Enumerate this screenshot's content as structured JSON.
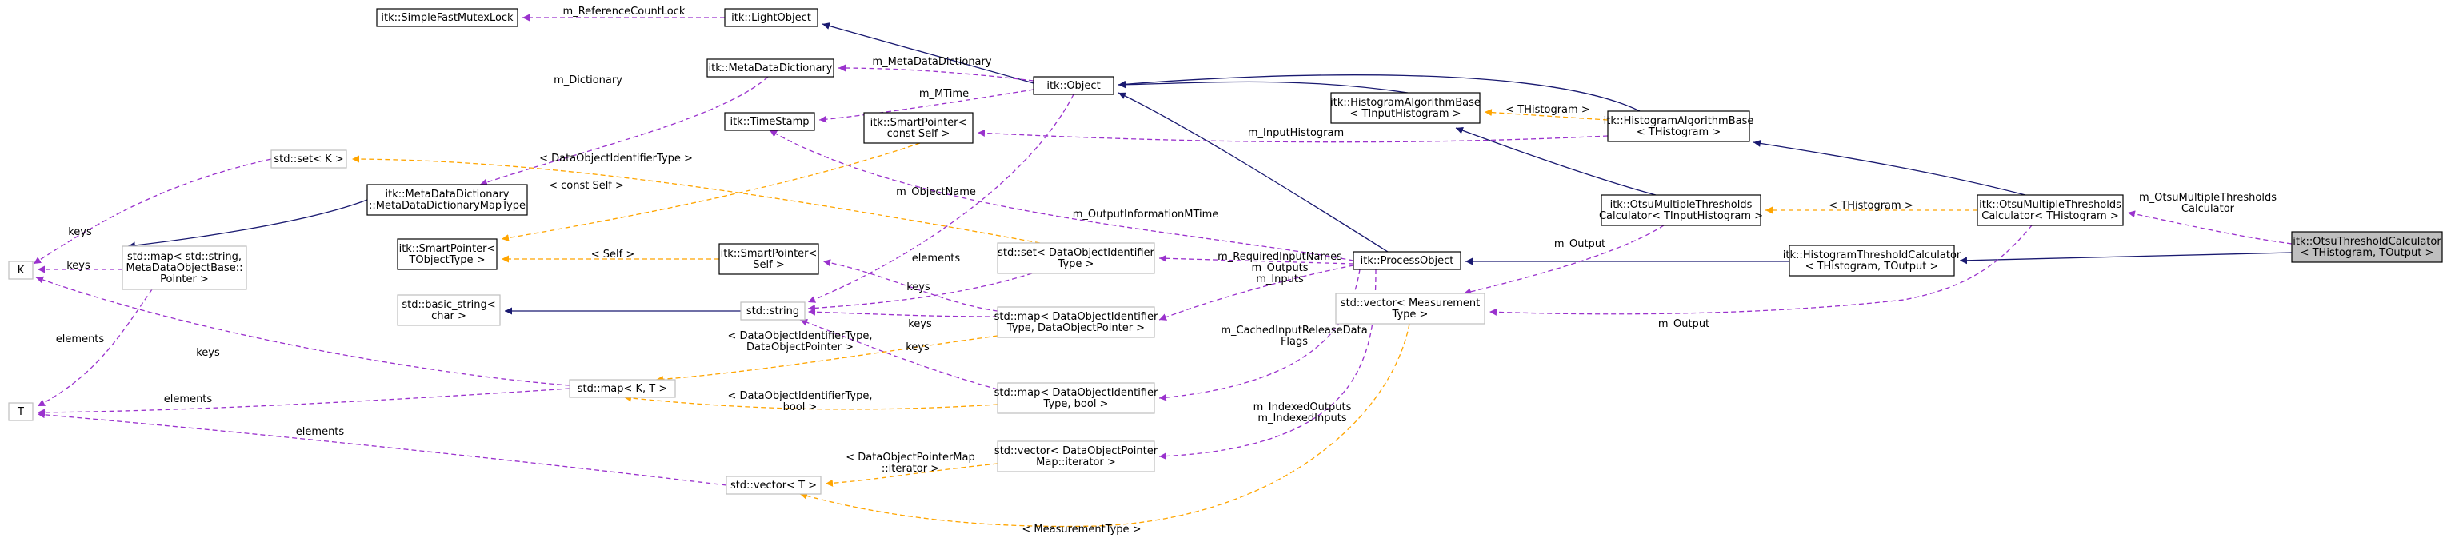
{
  "nodes": {
    "otsu_threshold_calculator": [
      "itk::OtsuThresholdCalculator",
      "< THistogram, TOutput >"
    ],
    "otsu_multiple_thresholds_calculator": [
      "itk::OtsuMultipleThresholds",
      "Calculator< THistogram >"
    ],
    "histogram_threshold_calculator": [
      "itk::HistogramThresholdCalculator",
      "< THistogram, TOutput >"
    ],
    "histogram_algorithm_base_t": [
      "itk::HistogramAlgorithmBase",
      "< THistogram >"
    ],
    "otsu_multiple_thresholds_calculator_tinput": [
      "itk::OtsuMultipleThresholds",
      "Calculator< TInputHistogram >"
    ],
    "histogram_algorithm_base_tinput": [
      "itk::HistogramAlgorithmBase",
      "< TInputHistogram >"
    ],
    "process_object": [
      "itk::ProcessObject"
    ],
    "object": [
      "itk::Object"
    ],
    "light_object": [
      "itk::LightObject"
    ],
    "simple_fast_mutex_lock": [
      "itk::SimpleFastMutexLock"
    ],
    "meta_data_dictionary": [
      "itk::MetaDataDictionary"
    ],
    "time_stamp": [
      "itk::TimeStamp"
    ],
    "smart_pointer_const_self": [
      "itk::SmartPointer<",
      "const Self >"
    ],
    "meta_data_dictionary_map_type": [
      "itk::MetaDataDictionary",
      "::MetaDataDictionaryMapType"
    ],
    "std_set_k": [
      "std::set< K >"
    ],
    "k": [
      "K"
    ],
    "std_map_string_metadata": [
      "std::map< std::string,",
      "MetaDataObjectBase::",
      "Pointer >"
    ],
    "smart_pointer_tobjecttype": [
      "itk::SmartPointer<",
      "TObjectType >"
    ],
    "smart_pointer_self": [
      "itk::SmartPointer<",
      "Self >"
    ],
    "std_set_dataobjectidentifier": [
      "std::set< DataObjectIdentifier",
      "Type >"
    ],
    "std_basic_string": [
      "std::basic_string<",
      "char >"
    ],
    "std_string": [
      "std::string"
    ],
    "std_map_dataobjectidentifier_pointer": [
      "std::map< DataObjectIdentifier",
      "Type, DataObjectPointer >"
    ],
    "t": [
      "T"
    ],
    "std_map_k_t": [
      "std::map< K, T >"
    ],
    "std_map_dataobjectidentifier_bool": [
      "std::map< DataObjectIdentifier",
      "Type, bool >"
    ],
    "std_vector_measurement": [
      "std::vector< Measurement",
      "Type >"
    ],
    "std_vector_dataobjectpointermap": [
      "std::vector< DataObjectPointer",
      "Map::iterator >"
    ],
    "std_vector_t": [
      "std::vector< T >"
    ]
  },
  "edge_labels": {
    "m_otsu_multiple_thresholds_calculator": [
      "m_OtsuMultipleThresholds",
      "Calculator"
    ],
    "thistogram_1": [
      "< THistogram >"
    ],
    "thistogram_2": [
      "< THistogram >"
    ],
    "m_output_1": [
      "m_Output"
    ],
    "m_output_2": [
      "m_Output"
    ],
    "m_input_histogram": [
      "m_InputHistogram"
    ],
    "m_reference_count_lock": [
      "m_ReferenceCountLock"
    ],
    "m_meta_data_dictionary": [
      "m_MetaDataDictionary"
    ],
    "m_mtime": [
      "m_MTime"
    ],
    "m_dictionary": [
      "m_Dictionary"
    ],
    "m_object_name": [
      "m_ObjectName"
    ],
    "m_output_information_mtime": [
      "m_OutputInformationMTime"
    ],
    "m_required_input_names": [
      "m_RequiredInputNames"
    ],
    "m_outputs_inputs": [
      "m_Outputs",
      "m_Inputs"
    ],
    "m_cached_input_release_data_flags": [
      "m_CachedInputReleaseData",
      "Flags"
    ],
    "m_indexed_outputs_inputs": [
      "m_IndexedOutputs",
      "m_IndexedInputs"
    ],
    "dataobjectidentifiertype_1": [
      "< DataObjectIdentifierType >"
    ],
    "const_self": [
      "< const Self >"
    ],
    "self": [
      "< Self >"
    ],
    "elements_1": [
      "elements"
    ],
    "elements_2": [
      "elements"
    ],
    "elements_3": [
      "elements"
    ],
    "elements_4": [
      "elements"
    ],
    "keys_1": [
      "keys"
    ],
    "keys_2": [
      "keys"
    ],
    "keys_3": [
      "keys"
    ],
    "keys_4": [
      "keys"
    ],
    "keys_5": [
      "keys"
    ],
    "keys_6": [
      "keys"
    ],
    "dataobjectidentifiertype_pointer": [
      "< DataObjectIdentifierType,",
      "DataObjectPointer >"
    ],
    "dataobjectidentifiertype_bool": [
      "< DataObjectIdentifierType,",
      "bool >"
    ],
    "dataobjectpointermap_iterator": [
      "< DataObjectPointerMap",
      "::iterator >"
    ],
    "measurement_type": [
      "< MeasurementType >"
    ]
  },
  "legend_colors": {
    "inheritance": "#191970",
    "usage": "#9a32cd",
    "template_instance": "#ffa500",
    "focus_fill": "#bfbfbf",
    "external_border": "#bfbfbf"
  }
}
